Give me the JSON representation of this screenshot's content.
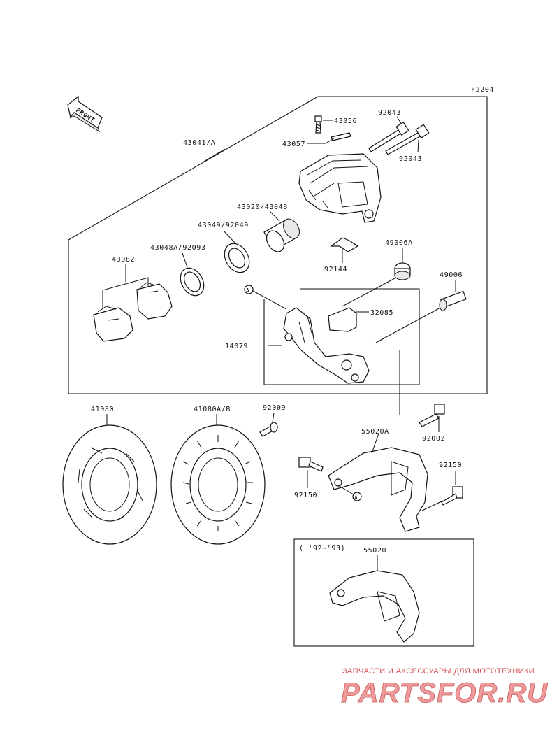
{
  "figure_code": "F2204",
  "direction_label": "FRONT",
  "parts": {
    "caliper_assy": "43041/A",
    "bleeder_valve": "43056",
    "bleeder_cap": "43057",
    "pin_upper": "92043",
    "pin_lower": "92043",
    "piston": "43020/43048",
    "seal_piston": "43049/92049",
    "seal_dust": "43048A/92093",
    "pad_set": "43082",
    "spring": "92144",
    "boot_a": "49006A",
    "boot": "49006",
    "pad_spring": "32085",
    "holder": "14079",
    "disc": "41080",
    "disc_ab": "41080A/B",
    "disc_screw": "92009",
    "bracket_a": "55020A",
    "bolt_bracket": "92002",
    "bolt_left": "92150",
    "bolt_right": "92150",
    "bracket": "55020"
  },
  "ref_marker": "A",
  "inset_years": "( '92~'93)",
  "watermark": {
    "tagline": "ЗАПЧАСТИ И АКСЕССУАРЫ ДЛЯ МОТОТЕХНИКИ",
    "logo": "PARTSFOR.RU"
  }
}
